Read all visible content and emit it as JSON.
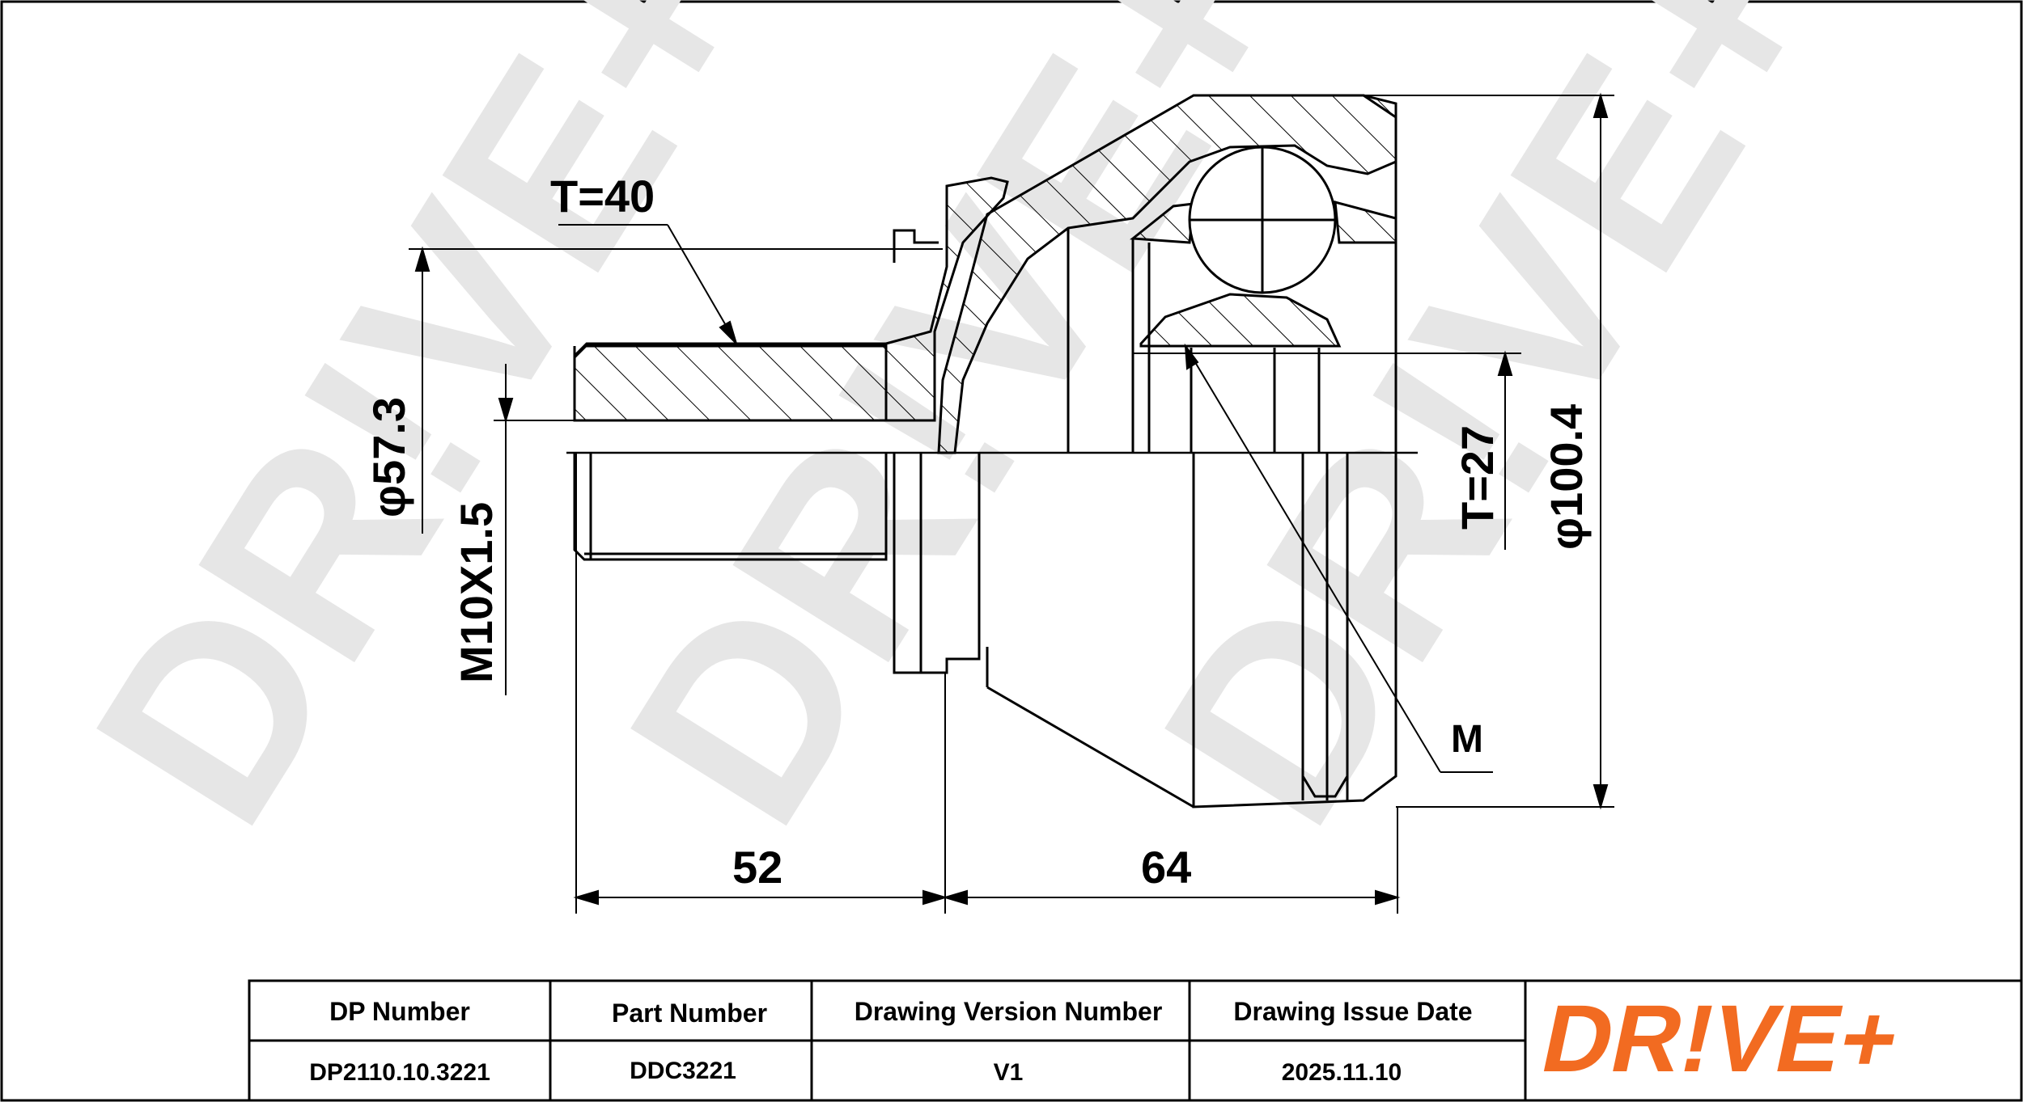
{
  "dimensions": {
    "thread_length": "T=40",
    "diameter_1": "φ57.3",
    "thread_spec": "M10X1.5",
    "spline_length": "T=27",
    "diameter_2": "φ100.4",
    "marker": "M",
    "length_1": "52",
    "length_2": "64"
  },
  "watermark": {
    "text": "DR!VE+"
  },
  "title_block": {
    "headers": [
      "DP Number",
      "Part Number",
      "Drawing Version Number",
      "Drawing Issue Date"
    ],
    "values": [
      "DP2110.10.3221",
      "DDC3221",
      "V1",
      "2025.11.10"
    ],
    "logo_text": "DR!VE+",
    "logo_color": "#f26b21"
  }
}
